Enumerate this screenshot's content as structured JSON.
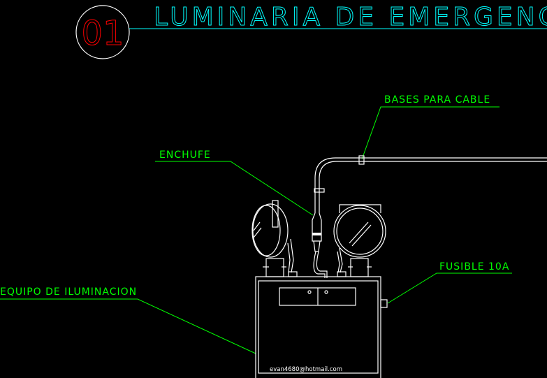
{
  "title": {
    "number": "01",
    "text": "LUMINARIA DE EMERGENCIA"
  },
  "labels": {
    "bases": "BASES PARA CABLE",
    "enchufe": "ENCHUFE",
    "fusible": "FUSIBLE 10A",
    "equipo": "EQUIPO DE ILUMINACION"
  },
  "email": "evan4680@hotmail.com",
  "colors": {
    "title": "#00ffff",
    "number": "#ff0000",
    "labels": "#00ff00",
    "lines": "#ffffff"
  }
}
